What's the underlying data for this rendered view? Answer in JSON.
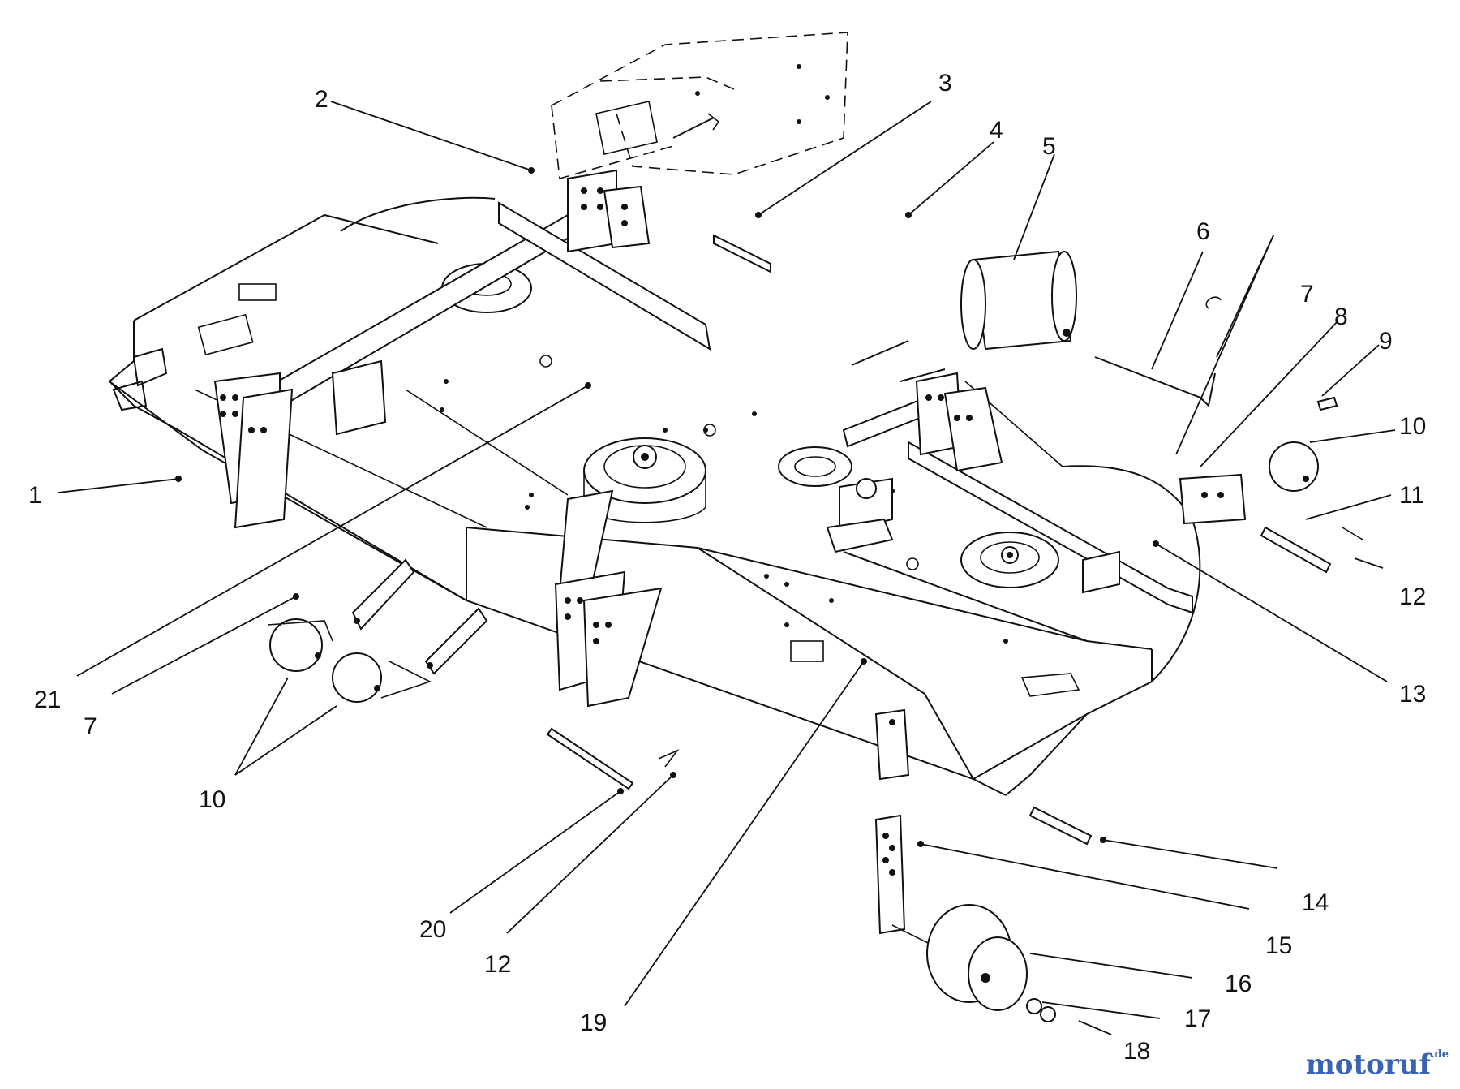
{
  "callouts": {
    "c1": "1",
    "c2": "2",
    "c3": "3",
    "c4": "4",
    "c5": "5",
    "c6": "6",
    "c7a": "7",
    "c7b": "7",
    "c8": "8",
    "c9": "9",
    "c10a": "10",
    "c10b": "10",
    "c11": "11",
    "c12a": "12",
    "c12b": "12",
    "c13": "13",
    "c14": "14",
    "c15": "15",
    "c16": "16",
    "c17": "17",
    "c18": "18",
    "c19": "19",
    "c20": "20",
    "c21": "21"
  },
  "watermark": {
    "text": "motoruf",
    "suffix": ".de",
    "color": "#3b63b3"
  }
}
